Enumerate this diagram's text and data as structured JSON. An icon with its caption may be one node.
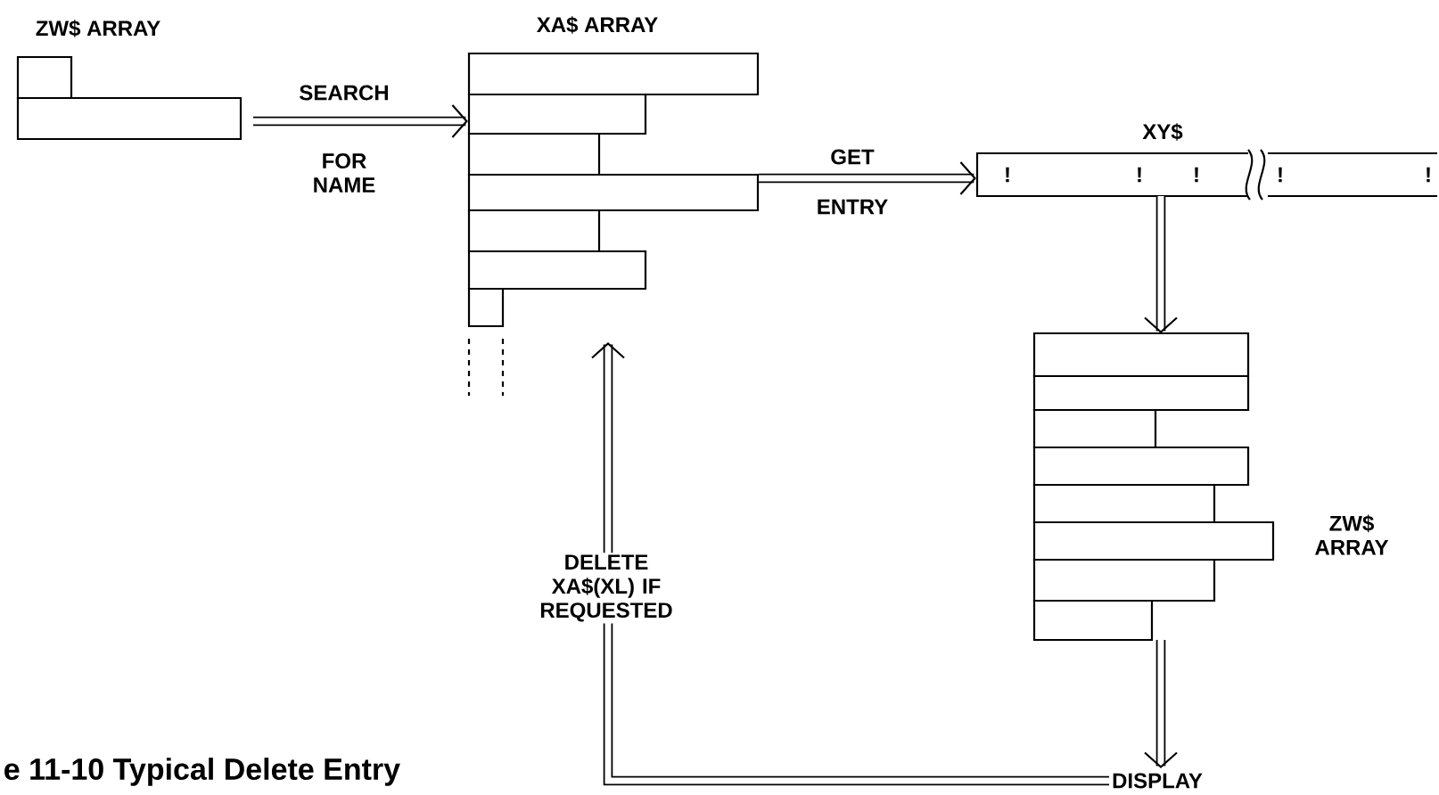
{
  "diagram": {
    "caption": "e 11-10  Typical Delete Entry",
    "nodes": [
      {
        "text": [
          "ZW$ ARRAY"
        ]
      },
      {
        "text": [
          "XA$ ARRAY"
        ]
      },
      {
        "text": [
          "XY$",
          "!",
          "!",
          "!",
          "!",
          "!"
        ]
      },
      {
        "text": [
          "ZW$ ARRAY"
        ]
      },
      {
        "text": [
          "DISPLAY"
        ]
      }
    ],
    "edges": [
      {
        "from": 0,
        "to": 1,
        "arrow": "to",
        "label": "SEARCH"
      },
      {
        "from": 1,
        "to": 2,
        "arrow": "to",
        "label": "GET"
      },
      {
        "from": 2,
        "to": 3,
        "arrow": "to"
      },
      {
        "from": 3,
        "to": 4,
        "arrow": "to"
      },
      {
        "from": 4,
        "to": 1,
        "arrow": "to",
        "label": "DELETE XA$(XL) IF REQUESTED"
      }
    ],
    "labels": [
      "FOR NAME",
      "ENTRY"
    ]
  }
}
